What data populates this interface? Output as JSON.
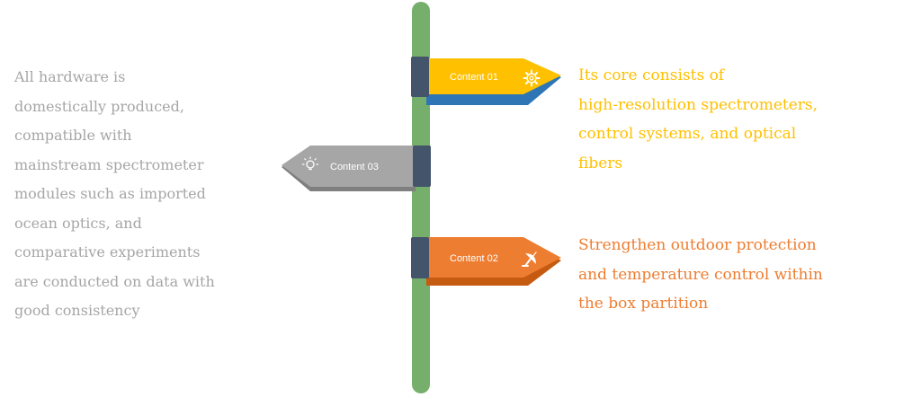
{
  "colors": {
    "pole": "#76ae6b",
    "band": "#44546a",
    "sign_content01": "#ffc000",
    "sign_content02": "#ed7d31",
    "sign_content03": "#a6a6a6",
    "sign_shadow": "#2e75b6",
    "text_left": "#a6a6a6",
    "text_right_top": "#ffc000",
    "text_right_bottom": "#ed7d31"
  },
  "signs": [
    {
      "label": "Content 01",
      "icon": "gear-icon"
    },
    {
      "label": "Content 02",
      "icon": "satellite-dish-icon"
    },
    {
      "label": "Content 03",
      "icon": "lightbulb-icon"
    }
  ],
  "texts": {
    "left": "All hardware is\ndomestically produced,\ncompatible with\nmainstream spectrometer\nmodules such as imported\nocean optics, and\ncomparative experiments\nare conducted on data with\ngood consistency",
    "right_top": "Its core consists of\nhigh-resolution spectrometers,\ncontrol systems, and optical\nfibers",
    "right_bottom": "Strengthen outdoor protection\nand temperature control within\nthe box partition"
  }
}
